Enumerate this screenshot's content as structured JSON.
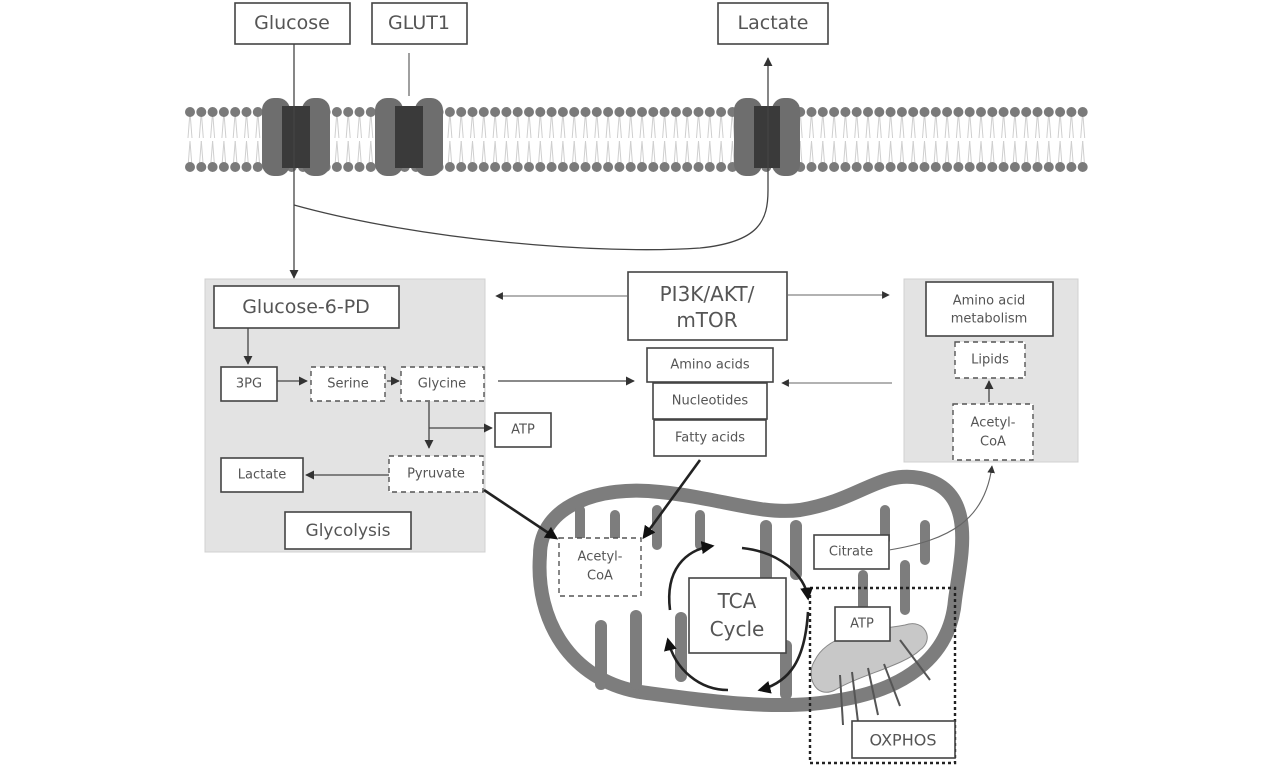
{
  "title": "Cancer cell metabolism pathway",
  "membrane": {
    "transporters": [
      "glucose-transporter",
      "glut1-transporter",
      "lactate-transporter"
    ]
  },
  "labels": {
    "glucose_top": "Glucose",
    "glut1": "GLUT1",
    "lactate_top": "Lactate",
    "g6pd": "Glucose-6-PD",
    "pg3": "3PG",
    "serine": "Serine",
    "glycine": "Glycine",
    "atp_left": "ATP",
    "lactate_left": "Lactate",
    "pyruvate": "Pyruvate",
    "glycolysis": "Glycolysis",
    "pi3k_line1": "PI3K/AKT/",
    "pi3k_line2": "mTOR",
    "amino_acids": "Amino acids",
    "nucleotides": "Nucleotides",
    "fatty_acids": "Fatty acids",
    "aa_metab_line1": "Amino acid",
    "aa_metab_line2": "metabolism",
    "lipids": "Lipids",
    "acetyl_right_line1": "Acetyl-",
    "acetyl_right_line2": "CoA",
    "acetyl_mito_line1": "Acetyl-",
    "acetyl_mito_line2": "CoA",
    "tca_line1": "TCA",
    "tca_line2": "Cycle",
    "citrate": "Citrate",
    "atp_mito": "ATP",
    "oxphos": "OXPHOS"
  },
  "colors": {
    "membrane_head": "#7a7a7a",
    "transporter_outer": "#6e6e6e",
    "transporter_inner": "#3a3a3a",
    "panel": "#e3e3e3",
    "mitochondrion": "#7d7d7d",
    "atp_synthase": "#c8c8c8"
  }
}
